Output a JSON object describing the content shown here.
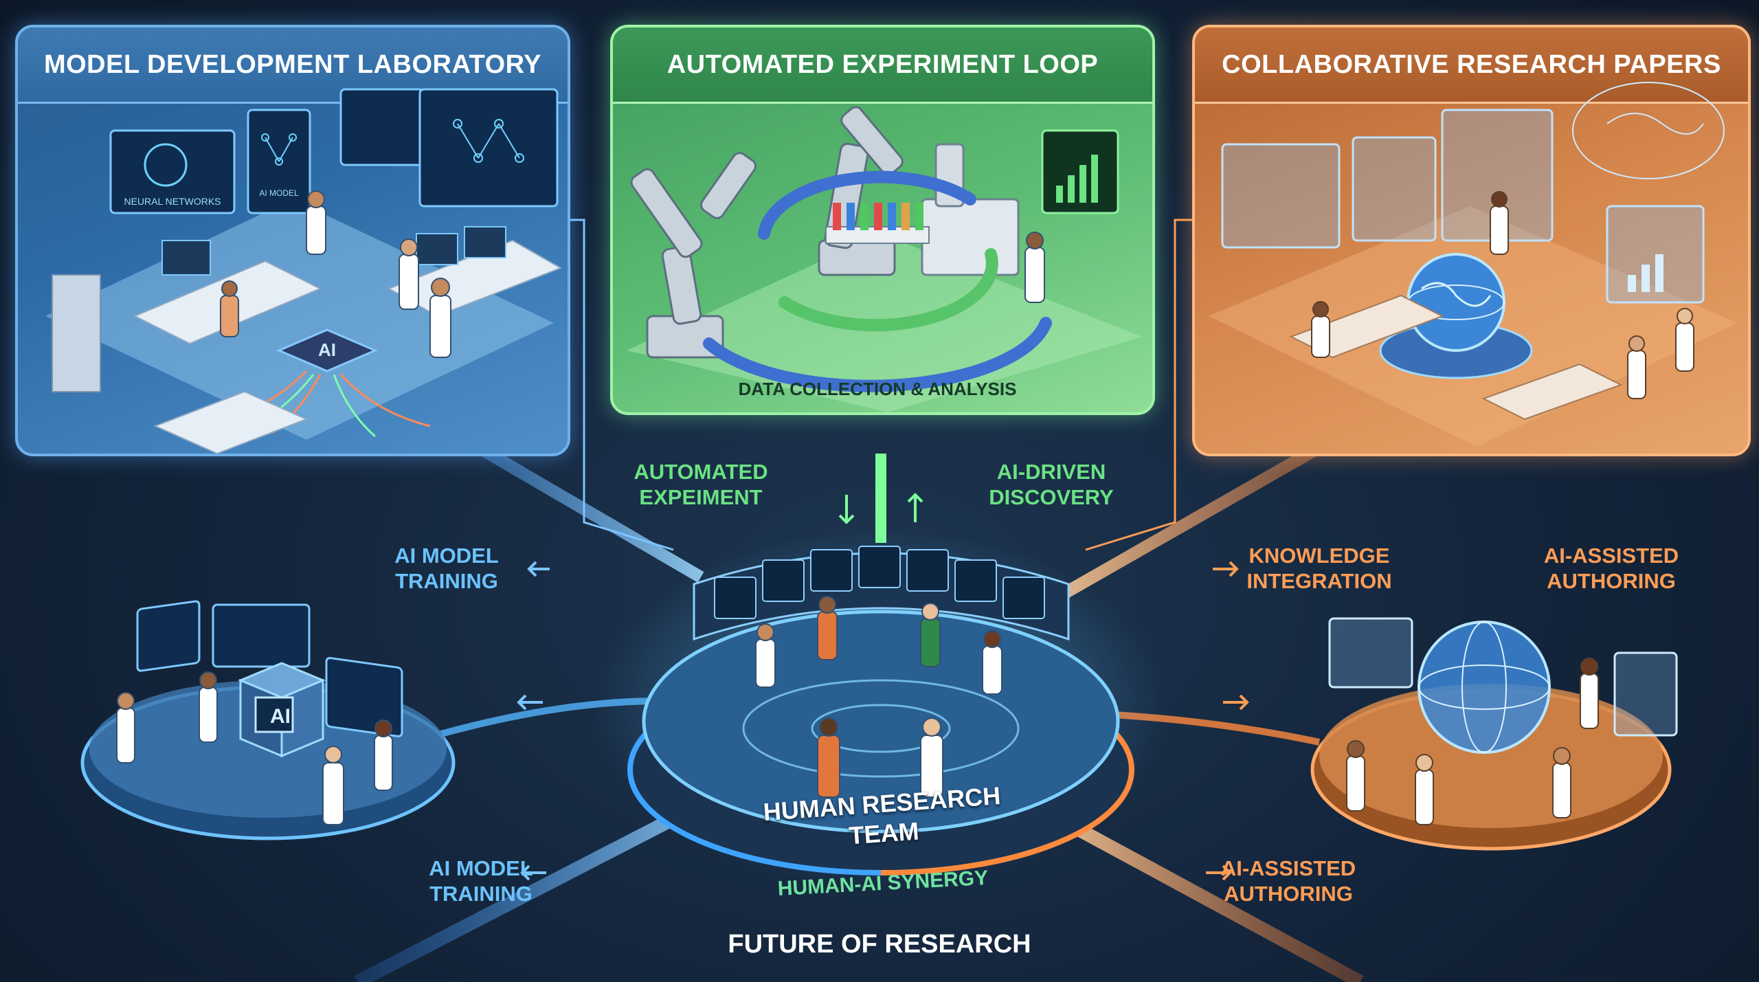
{
  "panels": {
    "model_lab": {
      "title": "MODEL DEVELOPMENT LABORATORY",
      "screen_1": "NEURAL NETWORKS",
      "screen_2": "AI MODEL",
      "chip": "AI"
    },
    "experiment_loop": {
      "title": "AUTOMATED EXPERIMENT LOOP",
      "loop_label": "DATA COLLECTION & ANALYSIS"
    },
    "research_papers": {
      "title": "COLLABORATIVE RESEARCH PAPERS"
    }
  },
  "flow_labels": {
    "automated_experiment": "AUTOMATED EXPEIMENT",
    "ai_driven_discovery": "AI-DRIVEN DISCOVERY",
    "ai_model_training_upper": "AI MODEL TRAINING",
    "knowledge_integration": "KNOWLEDGE INTEGRATION",
    "ai_assisted_authoring_upper": "AI-ASSISTED AUTHORING",
    "ai_model_training_lower": "AI MODEL TRAINING",
    "ai_assisted_authoring_lower": "AI-ASSISTED AUTHORING"
  },
  "hub": {
    "title": "HUMAN RESEARCH TEAM",
    "synergy": "HUMAN-AI SYNERGY",
    "footer": "FUTURE OF RESEARCH"
  },
  "satellites": {
    "left_cube": "AI"
  },
  "colors": {
    "blue_accent": "#6cc3ff",
    "green_accent": "#6be283",
    "orange_accent": "#ff9d55",
    "background": "#13243a"
  },
  "icons": [
    "brain-icon",
    "neural-network-icon",
    "robot-arm-icon",
    "test-tube-icon",
    "globe-icon",
    "bar-chart-icon",
    "ai-chip-icon",
    "cycle-arrows-icon",
    "world-map-icon"
  ]
}
